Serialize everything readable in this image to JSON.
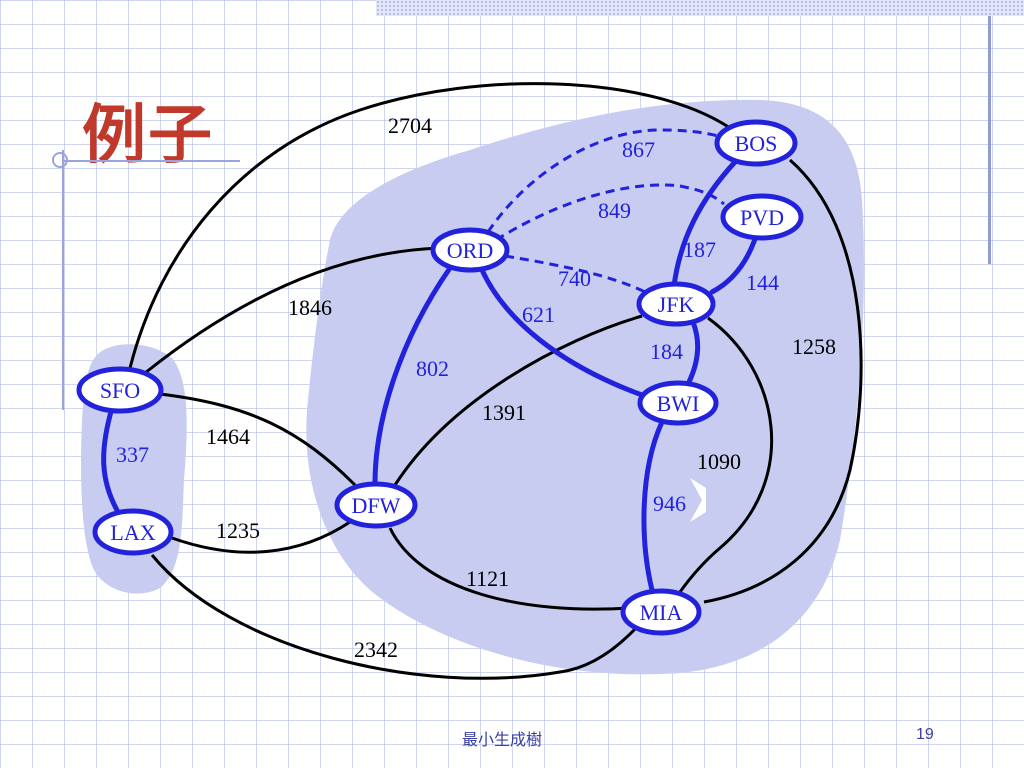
{
  "slide": {
    "title": "例子",
    "footer": "最小生成樹",
    "page_number": "19"
  },
  "colors": {
    "title": "#c0392b",
    "mst_edge": "#2222dd",
    "graph_edge": "#000000",
    "node_fill": "#ffffff",
    "highlight": "#c8ccf0",
    "footer": "#3a3fa0"
  },
  "graph": {
    "nodes": [
      {
        "id": "BOS",
        "label": "BOS"
      },
      {
        "id": "PVD",
        "label": "PVD"
      },
      {
        "id": "ORD",
        "label": "ORD"
      },
      {
        "id": "JFK",
        "label": "JFK"
      },
      {
        "id": "BWI",
        "label": "BWI"
      },
      {
        "id": "SFO",
        "label": "SFO"
      },
      {
        "id": "LAX",
        "label": "LAX"
      },
      {
        "id": "DFW",
        "label": "DFW"
      },
      {
        "id": "MIA",
        "label": "MIA"
      }
    ],
    "edges": [
      {
        "id": "e-sfo-bos",
        "from": "SFO",
        "to": "BOS",
        "weight": "2704",
        "style": "graph"
      },
      {
        "id": "e-sfo-ord",
        "from": "SFO",
        "to": "ORD",
        "weight": "1846",
        "style": "graph"
      },
      {
        "id": "e-sfo-dfw",
        "from": "SFO",
        "to": "DFW",
        "weight": "1464",
        "style": "graph"
      },
      {
        "id": "e-lax-dfw",
        "from": "LAX",
        "to": "DFW",
        "weight": "1235",
        "style": "graph"
      },
      {
        "id": "e-lax-mia",
        "from": "LAX",
        "to": "MIA",
        "weight": "2342",
        "style": "graph"
      },
      {
        "id": "e-dfw-mia",
        "from": "DFW",
        "to": "MIA",
        "weight": "1121",
        "style": "graph"
      },
      {
        "id": "e-dfw-jfk",
        "from": "DFW",
        "to": "JFK",
        "weight": "1391",
        "style": "graph"
      },
      {
        "id": "e-jfk-mia",
        "from": "JFK",
        "to": "MIA",
        "weight": "1090",
        "style": "graph"
      },
      {
        "id": "e-bos-mia",
        "from": "BOS",
        "to": "MIA",
        "weight": "1258",
        "style": "graph"
      },
      {
        "id": "e-sfo-lax",
        "from": "SFO",
        "to": "LAX",
        "weight": "337",
        "style": "mst"
      },
      {
        "id": "e-ord-dfw",
        "from": "ORD",
        "to": "DFW",
        "weight": "802",
        "style": "mst"
      },
      {
        "id": "e-ord-bwi",
        "from": "ORD",
        "to": "BWI",
        "weight": "621",
        "style": "mst"
      },
      {
        "id": "e-jfk-bwi",
        "from": "JFK",
        "to": "BWI",
        "weight": "184",
        "style": "mst"
      },
      {
        "id": "e-bwi-mia",
        "from": "BWI",
        "to": "MIA",
        "weight": "946",
        "style": "mst"
      },
      {
        "id": "e-bos-jfk",
        "from": "BOS",
        "to": "JFK",
        "weight": "187",
        "style": "mst"
      },
      {
        "id": "e-pvd-jfk",
        "from": "PVD",
        "to": "JFK",
        "weight": "144",
        "style": "mst"
      },
      {
        "id": "e-ord-bos",
        "from": "ORD",
        "to": "BOS",
        "weight": "867",
        "style": "dashed"
      },
      {
        "id": "e-ord-pvd",
        "from": "ORD",
        "to": "PVD",
        "weight": "849",
        "style": "dashed"
      },
      {
        "id": "e-ord-jfk",
        "from": "ORD",
        "to": "JFK",
        "weight": "740",
        "style": "dashed"
      }
    ]
  }
}
